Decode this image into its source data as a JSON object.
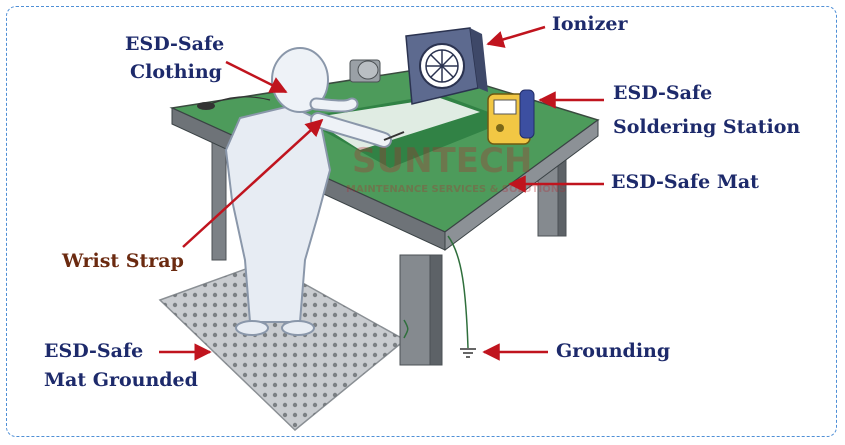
{
  "labels": {
    "clothing_line1": "ESD-Safe",
    "clothing_line2": "Clothing",
    "ionizer": "Ionizer",
    "soldering_line1": "ESD-Safe",
    "soldering_line2": "Soldering Station",
    "mat": "ESD-Safe Mat",
    "wrist_strap": "Wrist Strap",
    "floor_mat_line1": "ESD-Safe",
    "floor_mat_line2": "Mat Grounded",
    "grounding": "Grounding"
  },
  "watermark": {
    "brand": "SUNTECH",
    "tagline": "MAINTENANCE SERVICES & SOLUTIONS"
  },
  "colors": {
    "label_text": "#1d2a6b",
    "wrist_label": "#6b2a10",
    "arrow": "#c0141e",
    "mat_green": "#3f8f4e",
    "table_grey": "#6e7378",
    "frame": "#4f8fd6"
  }
}
